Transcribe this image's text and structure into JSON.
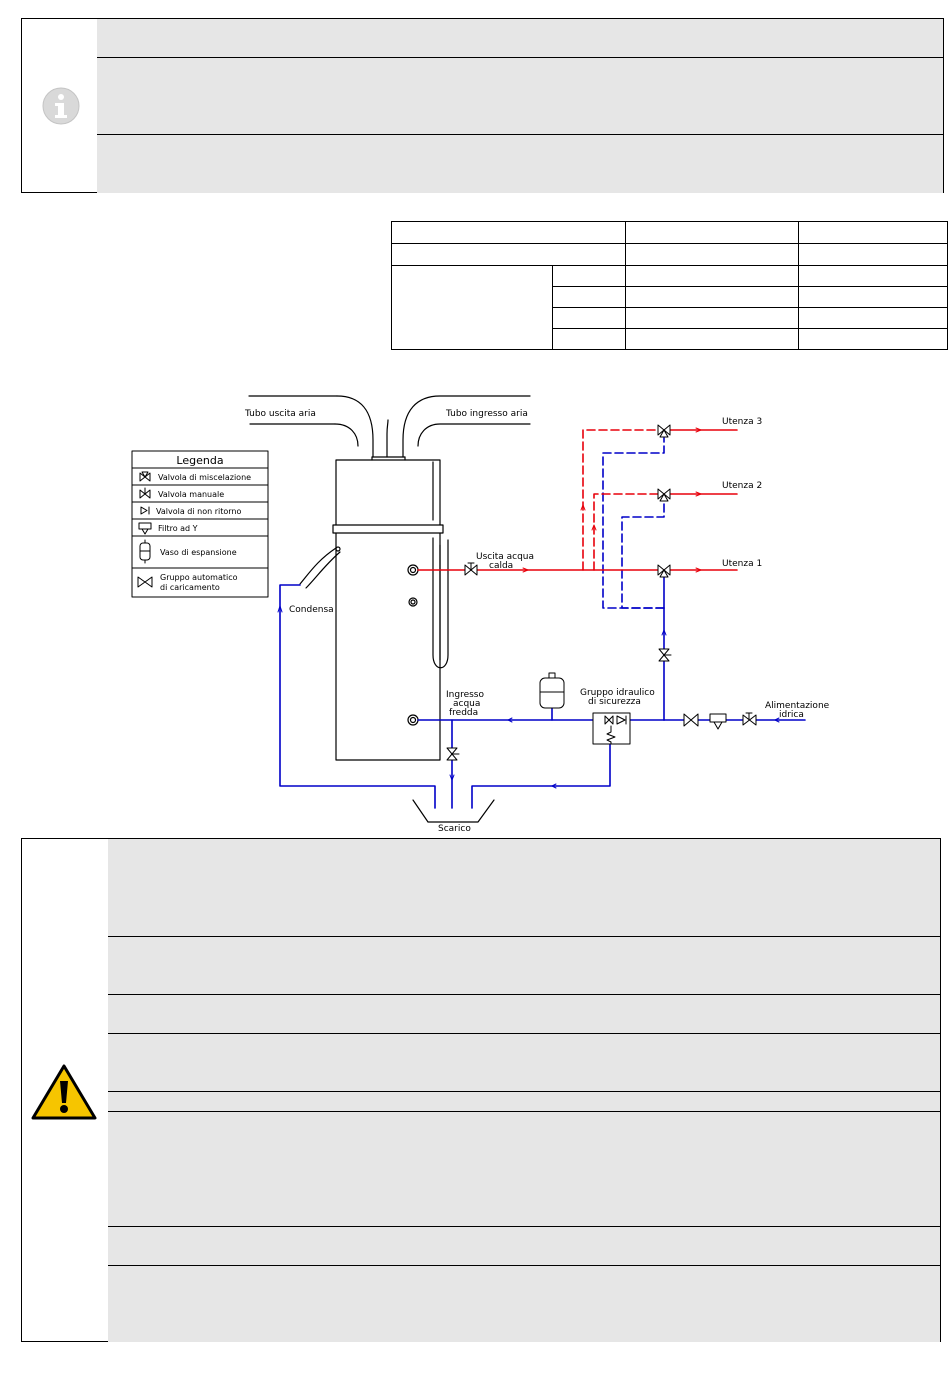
{
  "diagram": {
    "labels": {
      "air_out": "Tubo uscita aria",
      "air_in": "Tubo ingresso aria",
      "hot_out_1": "Uscita acqua",
      "hot_out_2": "calda",
      "cold_in_1": "Ingresso",
      "cold_in_2": "acqua",
      "cold_in_3": "fredda",
      "condensate": "Condensa",
      "drain": "Scarico",
      "safety_1": "Gruppo idraulico",
      "safety_2": "di sicurezza",
      "supply_1": "Alimentazione",
      "supply_2": "idrica",
      "user_1": "Utenza 1",
      "user_2": "Utenza 2",
      "user_3": "Utenza 3"
    },
    "legend": {
      "title": "Legenda",
      "items": [
        "Valvola di miscelazione",
        "Valvola manuale",
        "Valvola di non ritorno",
        "Filtro ad Y",
        "Vaso di espansione",
        "Gruppo automatico",
        "di caricamento"
      ]
    },
    "colors": {
      "hot": "#e8000b",
      "cold": "#0000c8",
      "line": "#000000"
    }
  }
}
